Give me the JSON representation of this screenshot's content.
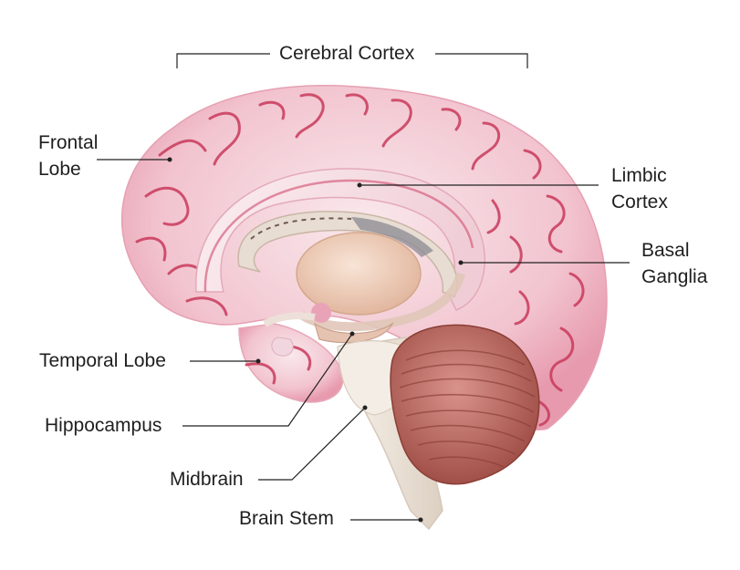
{
  "labels": {
    "cerebral_cortex": "Cerebral Cortex",
    "frontal_lobe": [
      "Frontal",
      "Lobe"
    ],
    "limbic_cortex": [
      "Limbic",
      "Cortex"
    ],
    "basal_ganglia": [
      "Basal",
      "Ganglia"
    ],
    "temporal_lobe": "Temporal Lobe",
    "hippocampus": "Hippocampus",
    "midbrain": "Midbrain",
    "brain_stem": "Brain Stem"
  },
  "colors": {
    "cortex": "#f3c9d3",
    "sulcus": "#c93a5c",
    "cerebellum": "#b86a5c",
    "stem": "#efe6dc",
    "thalamus": "#f0d2bf",
    "leader_line": "#222222"
  }
}
